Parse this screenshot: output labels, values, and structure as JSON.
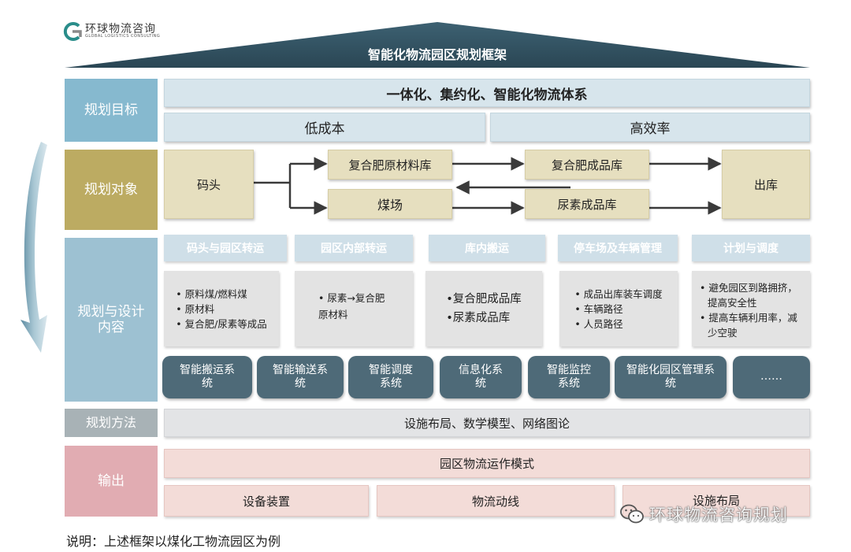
{
  "logo": {
    "name_cn": "环球物流咨询",
    "name_en": "GLOBAL LOGISTICS CONSULTING"
  },
  "title": "智能化物流园区规划框架",
  "sections": {
    "goal": {
      "label": "规划目标",
      "main": "一体化、集约化、智能化物流体系",
      "sub": [
        "低成本",
        "高效率"
      ]
    },
    "object": {
      "label": "规划对象",
      "nodes": {
        "dock": "码头",
        "raw": "复合肥原材料库",
        "coal": "煤场",
        "finished": "复合肥成品库",
        "urea": "尿素成品库",
        "out": "出库"
      }
    },
    "content": {
      "label": "规划与设计内容",
      "columns": [
        {
          "header": "码头与园区转运",
          "items": [
            "原料煤/燃料煤",
            "原材料",
            "复合肥/尿素等成品"
          ]
        },
        {
          "header": "园区内部转运",
          "items": [
            "尿素→复合肥原材料"
          ]
        },
        {
          "header": "库内搬运",
          "items": [
            "复合肥成品库",
            "尿素成品库"
          ]
        },
        {
          "header": "停车场及车辆管理",
          "items": [
            "成品出库装车调度",
            "车辆路径",
            "人员路径"
          ]
        },
        {
          "header": "计划与调度",
          "items": [
            "避免园区到路拥挤，提高安全性",
            "提高车辆利用率，减少空驶"
          ]
        }
      ],
      "systems": [
        "智能搬运系统",
        "智能输送系统",
        "智能调度系统",
        "信息化系统",
        "智能监控系统",
        "智能化园区管理系统",
        "……"
      ]
    },
    "method": {
      "label": "规划方法",
      "text": "设施布局、数学模型、网络图论"
    },
    "output": {
      "label": "输出",
      "main": "园区物流运作模式",
      "sub": [
        "设备装置",
        "物流动线",
        "设施布局"
      ]
    }
  },
  "note": "说明：上述框架以煤化工物流园区为例",
  "watermark": "环球物流咨询规划",
  "colors": {
    "roof": "#2f4e5e",
    "goal_label": "#86b9cf",
    "object_label": "#bcab62",
    "content_label": "#9dc1d2",
    "method_label": "#a8b2b6",
    "output_label": "#e1acb2",
    "system_button": "#4e6a78"
  }
}
